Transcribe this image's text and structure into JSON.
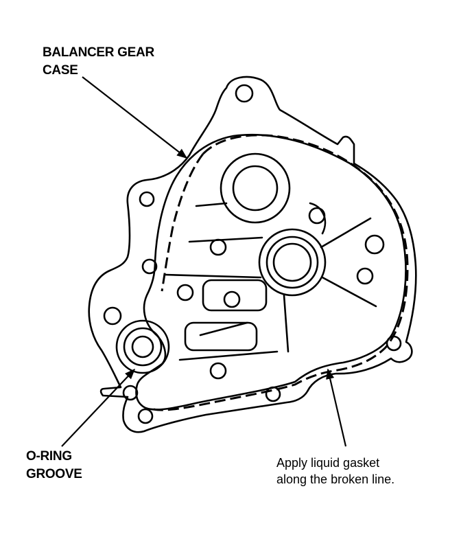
{
  "labels": {
    "balancer_gear_case": "BALANCER GEAR\nCASE",
    "o_ring_groove": "O-RING\nGROOVE",
    "liquid_gasket_note": "Apply liquid gasket\nalong the broken line."
  },
  "colors": {
    "ink": "#000000",
    "paper": "#ffffff"
  }
}
